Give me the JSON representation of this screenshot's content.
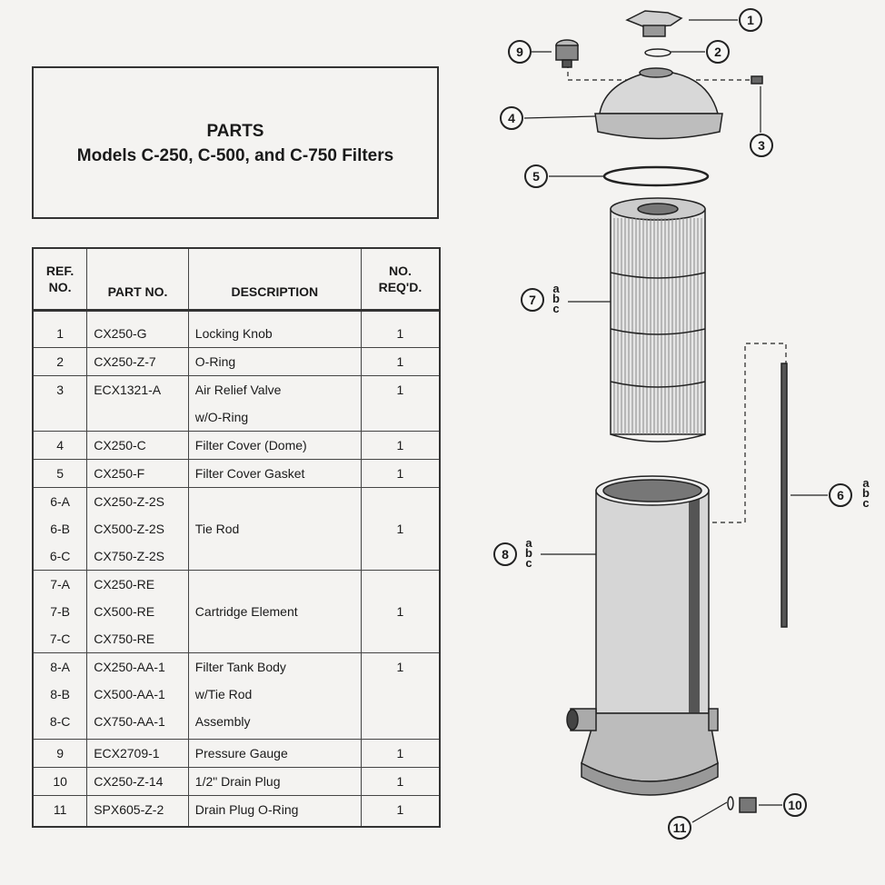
{
  "title": {
    "heading": "PARTS",
    "subtitle": "Models C-250, C-500, and C-750 Filters"
  },
  "table": {
    "headers": {
      "ref": [
        "REF.",
        "NO."
      ],
      "part": "PART NO.",
      "desc": "DESCRIPTION",
      "qty": [
        "NO.",
        "REQ'D."
      ]
    },
    "rows": [
      {
        "ref": [
          "1"
        ],
        "part": [
          "CX250-G"
        ],
        "desc": [
          "Locking Knob"
        ],
        "qty": "1"
      },
      {
        "ref": [
          "2"
        ],
        "part": [
          "CX250-Z-7"
        ],
        "desc": [
          "O-Ring"
        ],
        "qty": "1"
      },
      {
        "ref": [
          "3"
        ],
        "part": [
          "ECX1321-A"
        ],
        "desc": [
          "Air Relief Valve",
          "w/O-Ring"
        ],
        "qty": "1"
      },
      {
        "ref": [
          "4"
        ],
        "part": [
          "CX250-C"
        ],
        "desc": [
          "Filter Cover (Dome)"
        ],
        "qty": "1"
      },
      {
        "ref": [
          "5"
        ],
        "part": [
          "CX250-F"
        ],
        "desc": [
          "Filter Cover Gasket"
        ],
        "qty": "1"
      },
      {
        "ref": [
          "6-A",
          "6-B",
          "6-C"
        ],
        "part": [
          "CX250-Z-2S",
          "CX500-Z-2S",
          "CX750-Z-2S"
        ],
        "desc": [
          "Tie Rod"
        ],
        "qty": "1"
      },
      {
        "ref": [
          "7-A",
          "7-B",
          "7-C"
        ],
        "part": [
          "CX250-RE",
          "CX500-RE",
          "CX750-RE"
        ],
        "desc": [
          "Cartridge Element"
        ],
        "qty": "1"
      },
      {
        "ref": [
          "8-A",
          "8-B",
          "8-C"
        ],
        "part": [
          "CX250-AA-1",
          "CX500-AA-1",
          "CX750-AA-1"
        ],
        "desc": [
          "Filter Tank Body",
          "w/Tie Rod",
          "Assembly"
        ],
        "qty": "1"
      },
      {
        "ref": [
          "9"
        ],
        "part": [
          "ECX2709-1"
        ],
        "desc": [
          "Pressure Gauge"
        ],
        "qty": "1"
      },
      {
        "ref": [
          "10"
        ],
        "part": [
          "CX250-Z-14"
        ],
        "desc": [
          "1/2\" Drain Plug"
        ],
        "qty": "1"
      },
      {
        "ref": [
          "11"
        ],
        "part": [
          "SPX605-Z-2"
        ],
        "desc": [
          "Drain Plug O-Ring"
        ],
        "qty": "1"
      }
    ]
  },
  "diagram": {
    "callouts": {
      "c1": "1",
      "c2": "2",
      "c3": "3",
      "c4": "4",
      "c5": "5",
      "c6": "6",
      "c7": "7",
      "c8": "8",
      "c9": "9",
      "c10": "10",
      "c11": "11"
    },
    "variants": [
      "a",
      "b",
      "c"
    ]
  }
}
